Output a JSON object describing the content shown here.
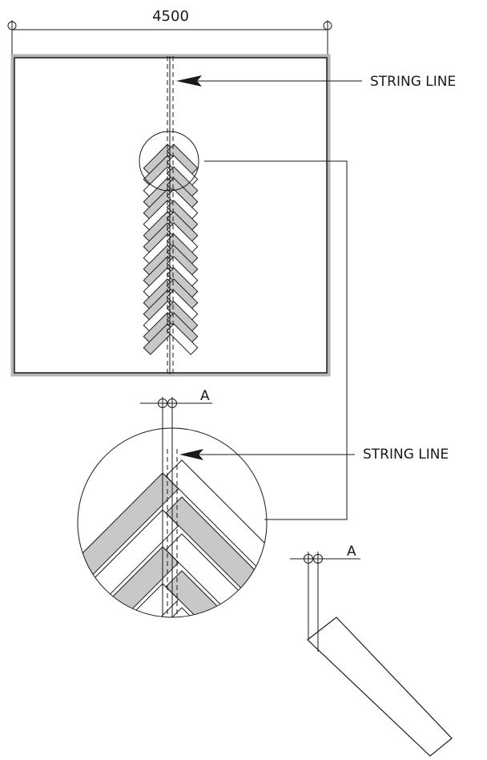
{
  "dimension": {
    "width_label": "4500"
  },
  "callouts": {
    "string_line_top": "STRING LINE",
    "string_line_detail": "STRING LINE"
  },
  "detail": {
    "offset_label_a1": "A",
    "offset_label_a2": "A"
  },
  "colors": {
    "line": "#1a1a1a",
    "shaded_tile": "#c8c8c8",
    "frame": "#b4b4b4",
    "background": "#ffffff"
  }
}
